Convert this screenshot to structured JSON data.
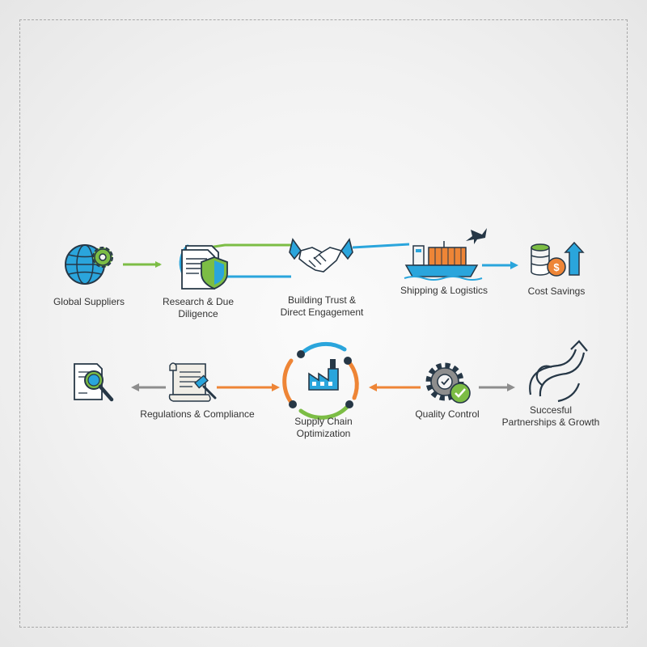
{
  "top_row": {
    "global_suppliers": {
      "label": "Global Suppliers",
      "icon": "globe-gear-icon"
    },
    "research": {
      "line1": "Research & Due",
      "line2": "Diligence",
      "icon": "document-shield-icon"
    },
    "trust": {
      "line1": "Building Trust &",
      "line2": "Direct Engagement",
      "icon": "handshake-icon"
    },
    "shipping": {
      "label": "Shipping & Logistics",
      "icon": "cargo-ship-plane-icon"
    },
    "cost_savings": {
      "label": "Cost Savings",
      "icon": "coins-dollar-arrow-icon"
    }
  },
  "bottom_row": {
    "audit": {
      "icon": "document-magnifier-icon"
    },
    "regulations": {
      "label": "Regulations & Compliance",
      "icon": "scroll-gavel-icon"
    },
    "supply_chain": {
      "line1": "Supply Chain",
      "line2": "Optimization",
      "icon": "factory-cycle-icon"
    },
    "quality": {
      "label": "Quality Control",
      "icon": "gear-checkmark-icon"
    },
    "partnerships": {
      "line1": "Succesful",
      "line2": "Partnerships & Growth",
      "icon": "growth-arrows-icon"
    }
  },
  "colors": {
    "blue": "#2aa5dc",
    "green": "#7cbd45",
    "orange": "#ee8536",
    "grey": "#8d8d8d",
    "navy": "#263746",
    "teal": "#1f8fa8"
  }
}
